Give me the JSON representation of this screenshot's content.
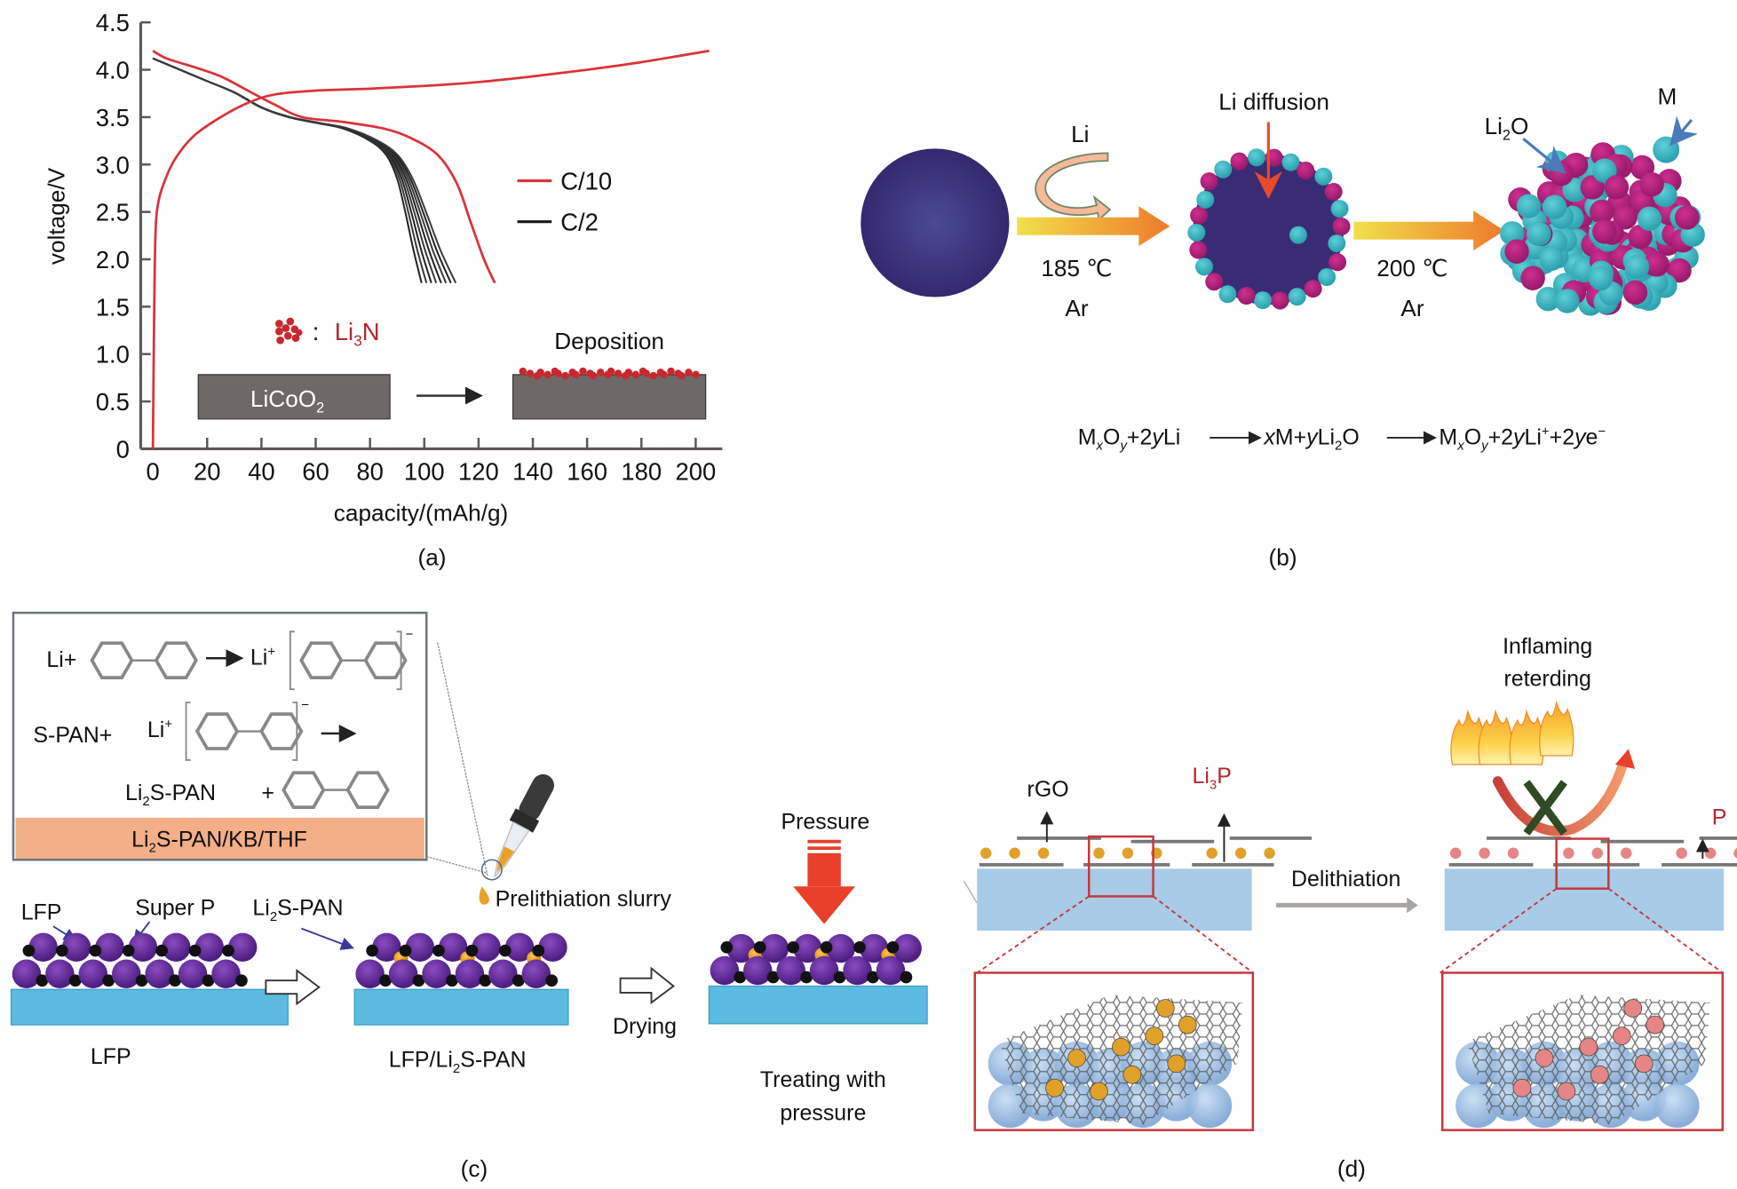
{
  "panels": {
    "a": {
      "label": "(a)",
      "legend": [
        {
          "name": "C/10",
          "color": "#d9333a"
        },
        {
          "name": "C/2",
          "color": "#1a1a1a"
        }
      ],
      "inset": {
        "species_label_main": "Li",
        "species_label_sub": "3",
        "species_label_end": "N",
        "species_colon": ":",
        "electrode_main": "LiCoO",
        "electrode_sub": "2",
        "deposition_label": "Deposition",
        "electrode_color": "#6e6867",
        "particle_color": "#c8282e"
      }
    },
    "b": {
      "label": "(b)",
      "step1_reagent": "Li",
      "step1_temp": "185 ℃",
      "step1_atm": "Ar",
      "step2_temp": "200 ℃",
      "step2_atm": "Ar",
      "diffusion_label": "Li diffusion",
      "li2o_main": "Li",
      "li2o_sub": "2",
      "li2o_end": "O",
      "metal_label": "M",
      "equation": {
        "p1": "M",
        "p1x": "x",
        "p2": "O",
        "p2y": "y",
        "p3": "+2",
        "p3y": "y",
        "p4": "Li",
        "p5x": "x",
        "p6": "M+",
        "p6y": "y",
        "p7": "Li",
        "p7sub": "2",
        "p8": "O",
        "p9": "M",
        "p9x": "x",
        "p10": "O",
        "p10y": "y",
        "p11": "+2",
        "p11y": "y",
        "p12": "Li",
        "p12sup": "+",
        "p13": "+2",
        "p13y": "y",
        "p14": "e",
        "p14sup": "−"
      },
      "colors": {
        "core": "#3e3580",
        "li2o": "#b8227f",
        "metal": "#3fb8c4",
        "arrow_start": "#f1e04a",
        "arrow_end": "#ee7a2c"
      }
    },
    "c": {
      "label": "(c)",
      "reaction1_left": "Li+",
      "reaction1_right_main": "Li",
      "reaction1_right_sup": "+",
      "charge": "−",
      "reaction2_left": "S-PAN+",
      "reaction2_li": "Li",
      "reaction2_li_sup": "+",
      "reaction3_main": "Li",
      "reaction3_sub": "2",
      "reaction3_end": "S-PAN",
      "reaction3_plus": "+",
      "slurry_bar_main": "Li",
      "slurry_bar_sub": "2",
      "slurry_bar_end": "S-PAN/KB/THF",
      "lfp_pointer": "LFP",
      "superp_pointer": "Super P",
      "li2s_pointer_main": "Li",
      "li2s_pointer_sub": "2",
      "li2s_pointer_end": "S-PAN",
      "prelithiation_label": "Prelithiation slurry",
      "pressure_label": "Pressure",
      "drying_label": "Drying",
      "stage1_caption": "LFP",
      "stage2_caption_main": "LFP/Li",
      "stage2_caption_sub": "2",
      "stage2_caption_end": "S-PAN",
      "stage3_caption_line1": "Treating with",
      "stage3_caption_line2": "pressure",
      "colors": {
        "substrate": "#5bbbe0",
        "lfp": "#6a2f9e",
        "superp": "#111111",
        "li2s": "#f0a322",
        "slurry": "#f4ae88",
        "pressure": "#e8402a"
      }
    },
    "d": {
      "label": "(d)",
      "rgo_label": "rGO",
      "li3p_main": "Li",
      "li3p_sub": "3",
      "li3p_end": "P",
      "p_label": "P",
      "delithiation_label": "Delithiation",
      "flame_label_line1": "Inflaming",
      "flame_label_line2": "reterding",
      "colors": {
        "substrate": "#a8cbe8",
        "li3p_dot": "#e0a12a",
        "p_dot": "#e58585",
        "frame": "#c8373b",
        "cross": "#2f4a24"
      }
    }
  },
  "chart_data": {
    "type": "line",
    "title": "",
    "xlabel": "capacity/(mAh/g)",
    "ylabel": "voltage/V",
    "xlim": [
      0,
      205
    ],
    "ylim": [
      0,
      4.5
    ],
    "xticks": [
      0,
      20,
      40,
      60,
      80,
      100,
      120,
      140,
      160,
      180,
      200
    ],
    "yticks": [
      0,
      0.5,
      1.0,
      1.5,
      2.0,
      2.5,
      3.0,
      3.5,
      4.0,
      4.5
    ],
    "ytick_labels": [
      "0",
      "0.5",
      "1.0",
      "1.5",
      "2.0",
      "2.5",
      "3.0",
      "3.5",
      "4.0",
      "4.5"
    ],
    "grid": false,
    "legend_position": "right",
    "series": [
      {
        "name": "C/10 charge",
        "legend": "C/10",
        "x": [
          0,
          0.5,
          1,
          2,
          4,
          8,
          15,
          25,
          35,
          45,
          60,
          80,
          100,
          120,
          140,
          160,
          180,
          205
        ],
        "y": [
          0,
          1.5,
          2.3,
          2.6,
          2.8,
          3.05,
          3.3,
          3.5,
          3.65,
          3.74,
          3.78,
          3.8,
          3.83,
          3.87,
          3.93,
          4.0,
          4.08,
          4.2
        ]
      },
      {
        "name": "C/10 discharge",
        "legend": "C/10",
        "x": [
          0,
          5,
          15,
          25,
          35,
          45,
          55,
          70,
          85,
          95,
          105,
          112,
          117,
          122,
          126
        ],
        "y": [
          4.2,
          4.12,
          4.03,
          3.93,
          3.78,
          3.63,
          3.5,
          3.45,
          3.38,
          3.28,
          3.1,
          2.8,
          2.4,
          2.0,
          1.75
        ]
      },
      {
        "name": "C/2 discharge (8 cycles)",
        "legend": "C/2",
        "x": [
          0,
          10,
          20,
          30,
          40,
          50,
          60,
          70,
          80,
          86,
          90,
          93,
          96,
          99
        ],
        "y": [
          4.12,
          4.0,
          3.88,
          3.76,
          3.6,
          3.5,
          3.44,
          3.38,
          3.25,
          3.1,
          2.85,
          2.5,
          2.1,
          1.75
        ],
        "cycle_offsets": [
          0,
          1.8,
          3.6,
          5.4,
          7.2,
          9.0,
          10.8,
          12.6
        ]
      }
    ]
  }
}
